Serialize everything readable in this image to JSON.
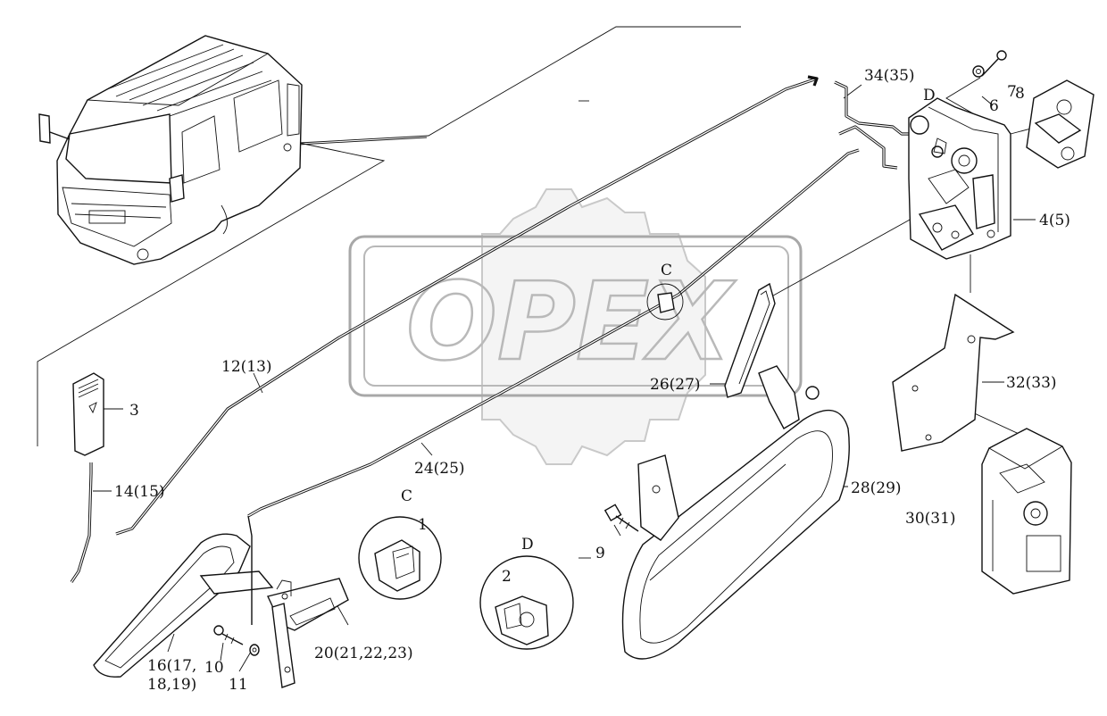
{
  "watermark": {
    "text": "OPEX"
  },
  "labels": {
    "l34": "34(35)",
    "lD_top": "D",
    "l8": "8",
    "l7": "7",
    "l6": "6",
    "l4": "4(5)",
    "lC_mid": "C",
    "l12": "12(13)",
    "l3": "3",
    "l26": "26(27)",
    "l32": "32(33)",
    "l14": "14(15)",
    "l24": "24(25)",
    "l28": "28(29)",
    "l30": "30(31)",
    "lC_det": "C",
    "l1": "1",
    "lD_det": "D",
    "l2": "2",
    "l9": "9",
    "l16a": "16(17,",
    "l16b": "18,19)",
    "l10": "10",
    "l11": "11",
    "l20": "20(21,22,23)"
  }
}
